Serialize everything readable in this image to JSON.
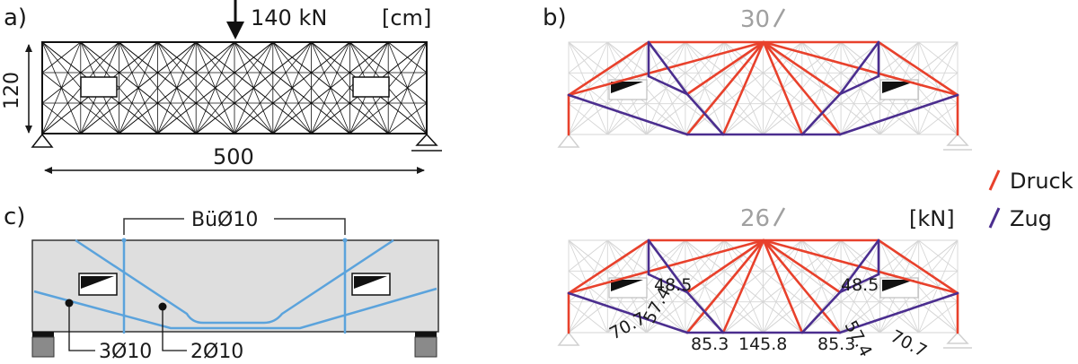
{
  "panel_a": {
    "label": "a)",
    "load": "140 kN",
    "unit": "[cm]",
    "height": "120",
    "length": "500"
  },
  "panel_b": {
    "label": "b)",
    "top_number": "30",
    "lower_number": "26",
    "unit": "[kN]",
    "force_values": [
      "48.5",
      "48.5",
      "57.4",
      "57.4",
      "70.7",
      "70.7",
      "85.3",
      "145.8",
      "85.3"
    ]
  },
  "legend": {
    "compression": "Druck",
    "tension": "Zug",
    "compression_color": "#e8412c",
    "tension_color": "#4b2e8f"
  },
  "panel_c": {
    "label": "c)",
    "stirrups": "BüØ10",
    "rebar_a": "3Ø10",
    "rebar_b": "2Ø10",
    "rebar_color": "#5ba3dc",
    "concrete_color": "#dedede"
  }
}
